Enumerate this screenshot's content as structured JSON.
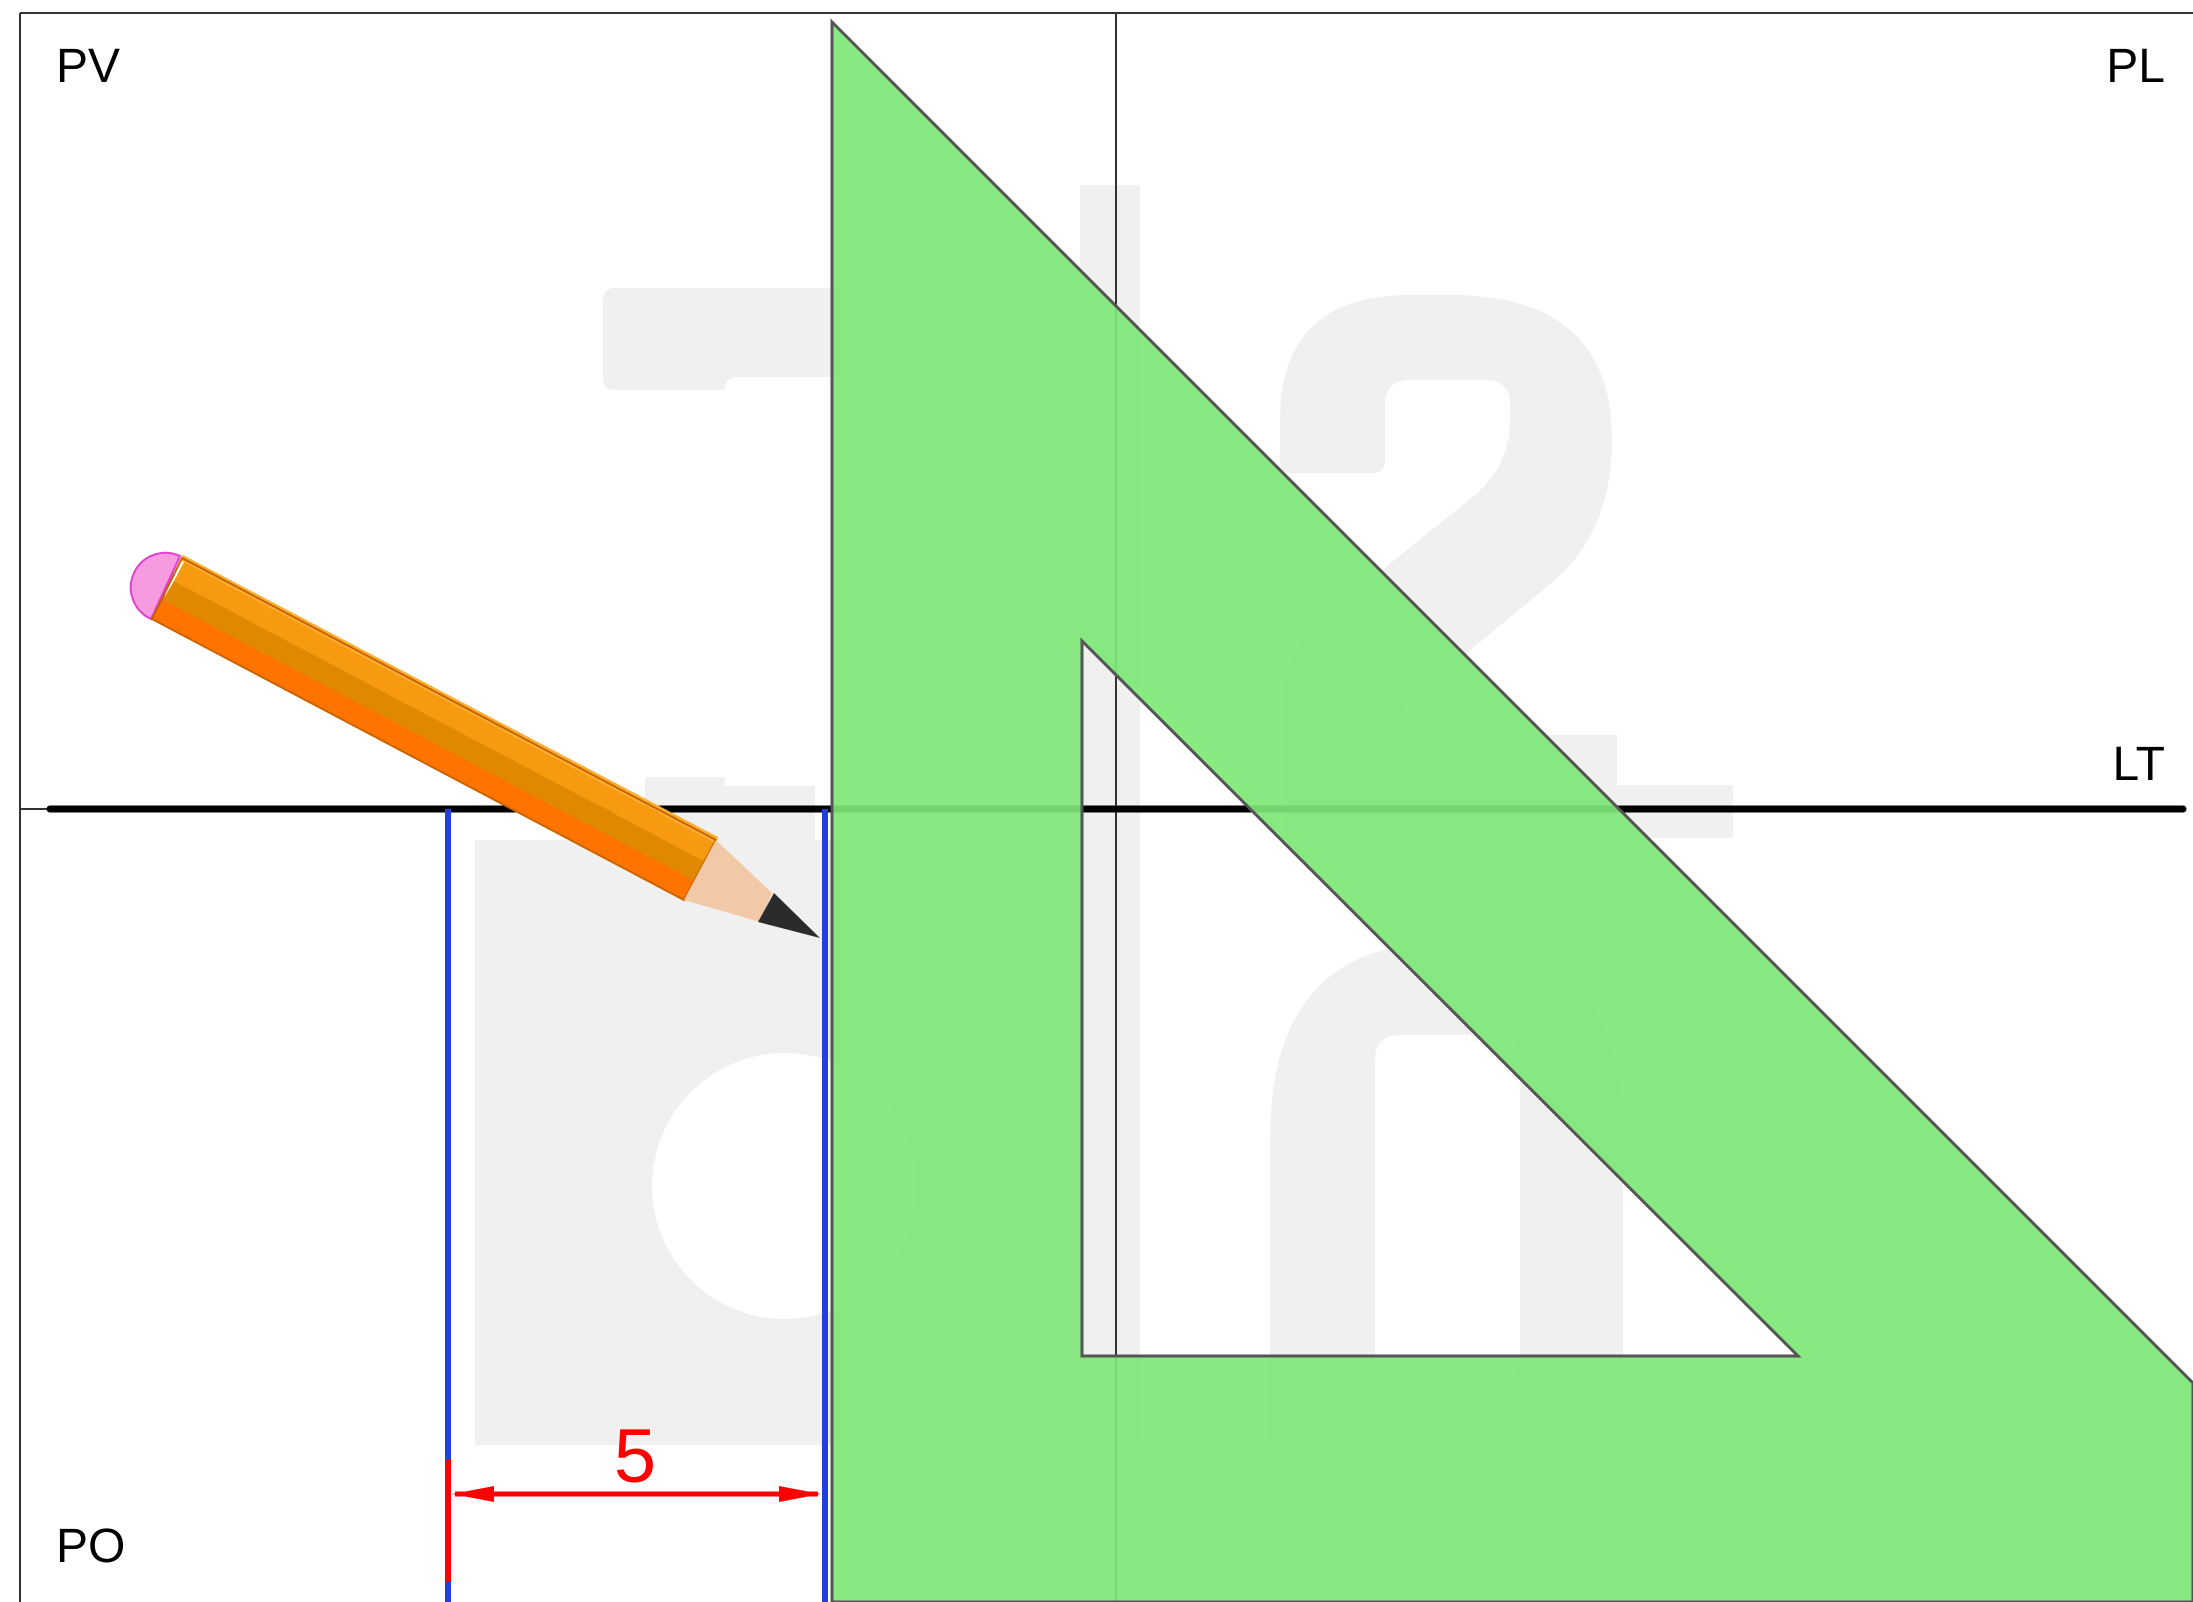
{
  "labels": {
    "pv": "PV",
    "pl": "PL",
    "lt": "LT",
    "po": "PO"
  },
  "dimension": {
    "value": "5"
  },
  "watermark": {
    "top_digit_1": "1",
    "top_digit_2": "2",
    "bottom_glyph": "P",
    "bottom_digit": "0"
  },
  "colors": {
    "set_square_fill": "#7ee676",
    "set_square_edge": "#555555",
    "projection_line": "#1f3fe0",
    "dimension": "#ff0000",
    "ground_line": "#000000",
    "watermark": "#f0f0f0",
    "pencil_body": "#f59a10",
    "pencil_eraser": "#f79be0"
  },
  "icons": {
    "pencil": "pencil-icon",
    "set_square": "set-square-triangle"
  }
}
